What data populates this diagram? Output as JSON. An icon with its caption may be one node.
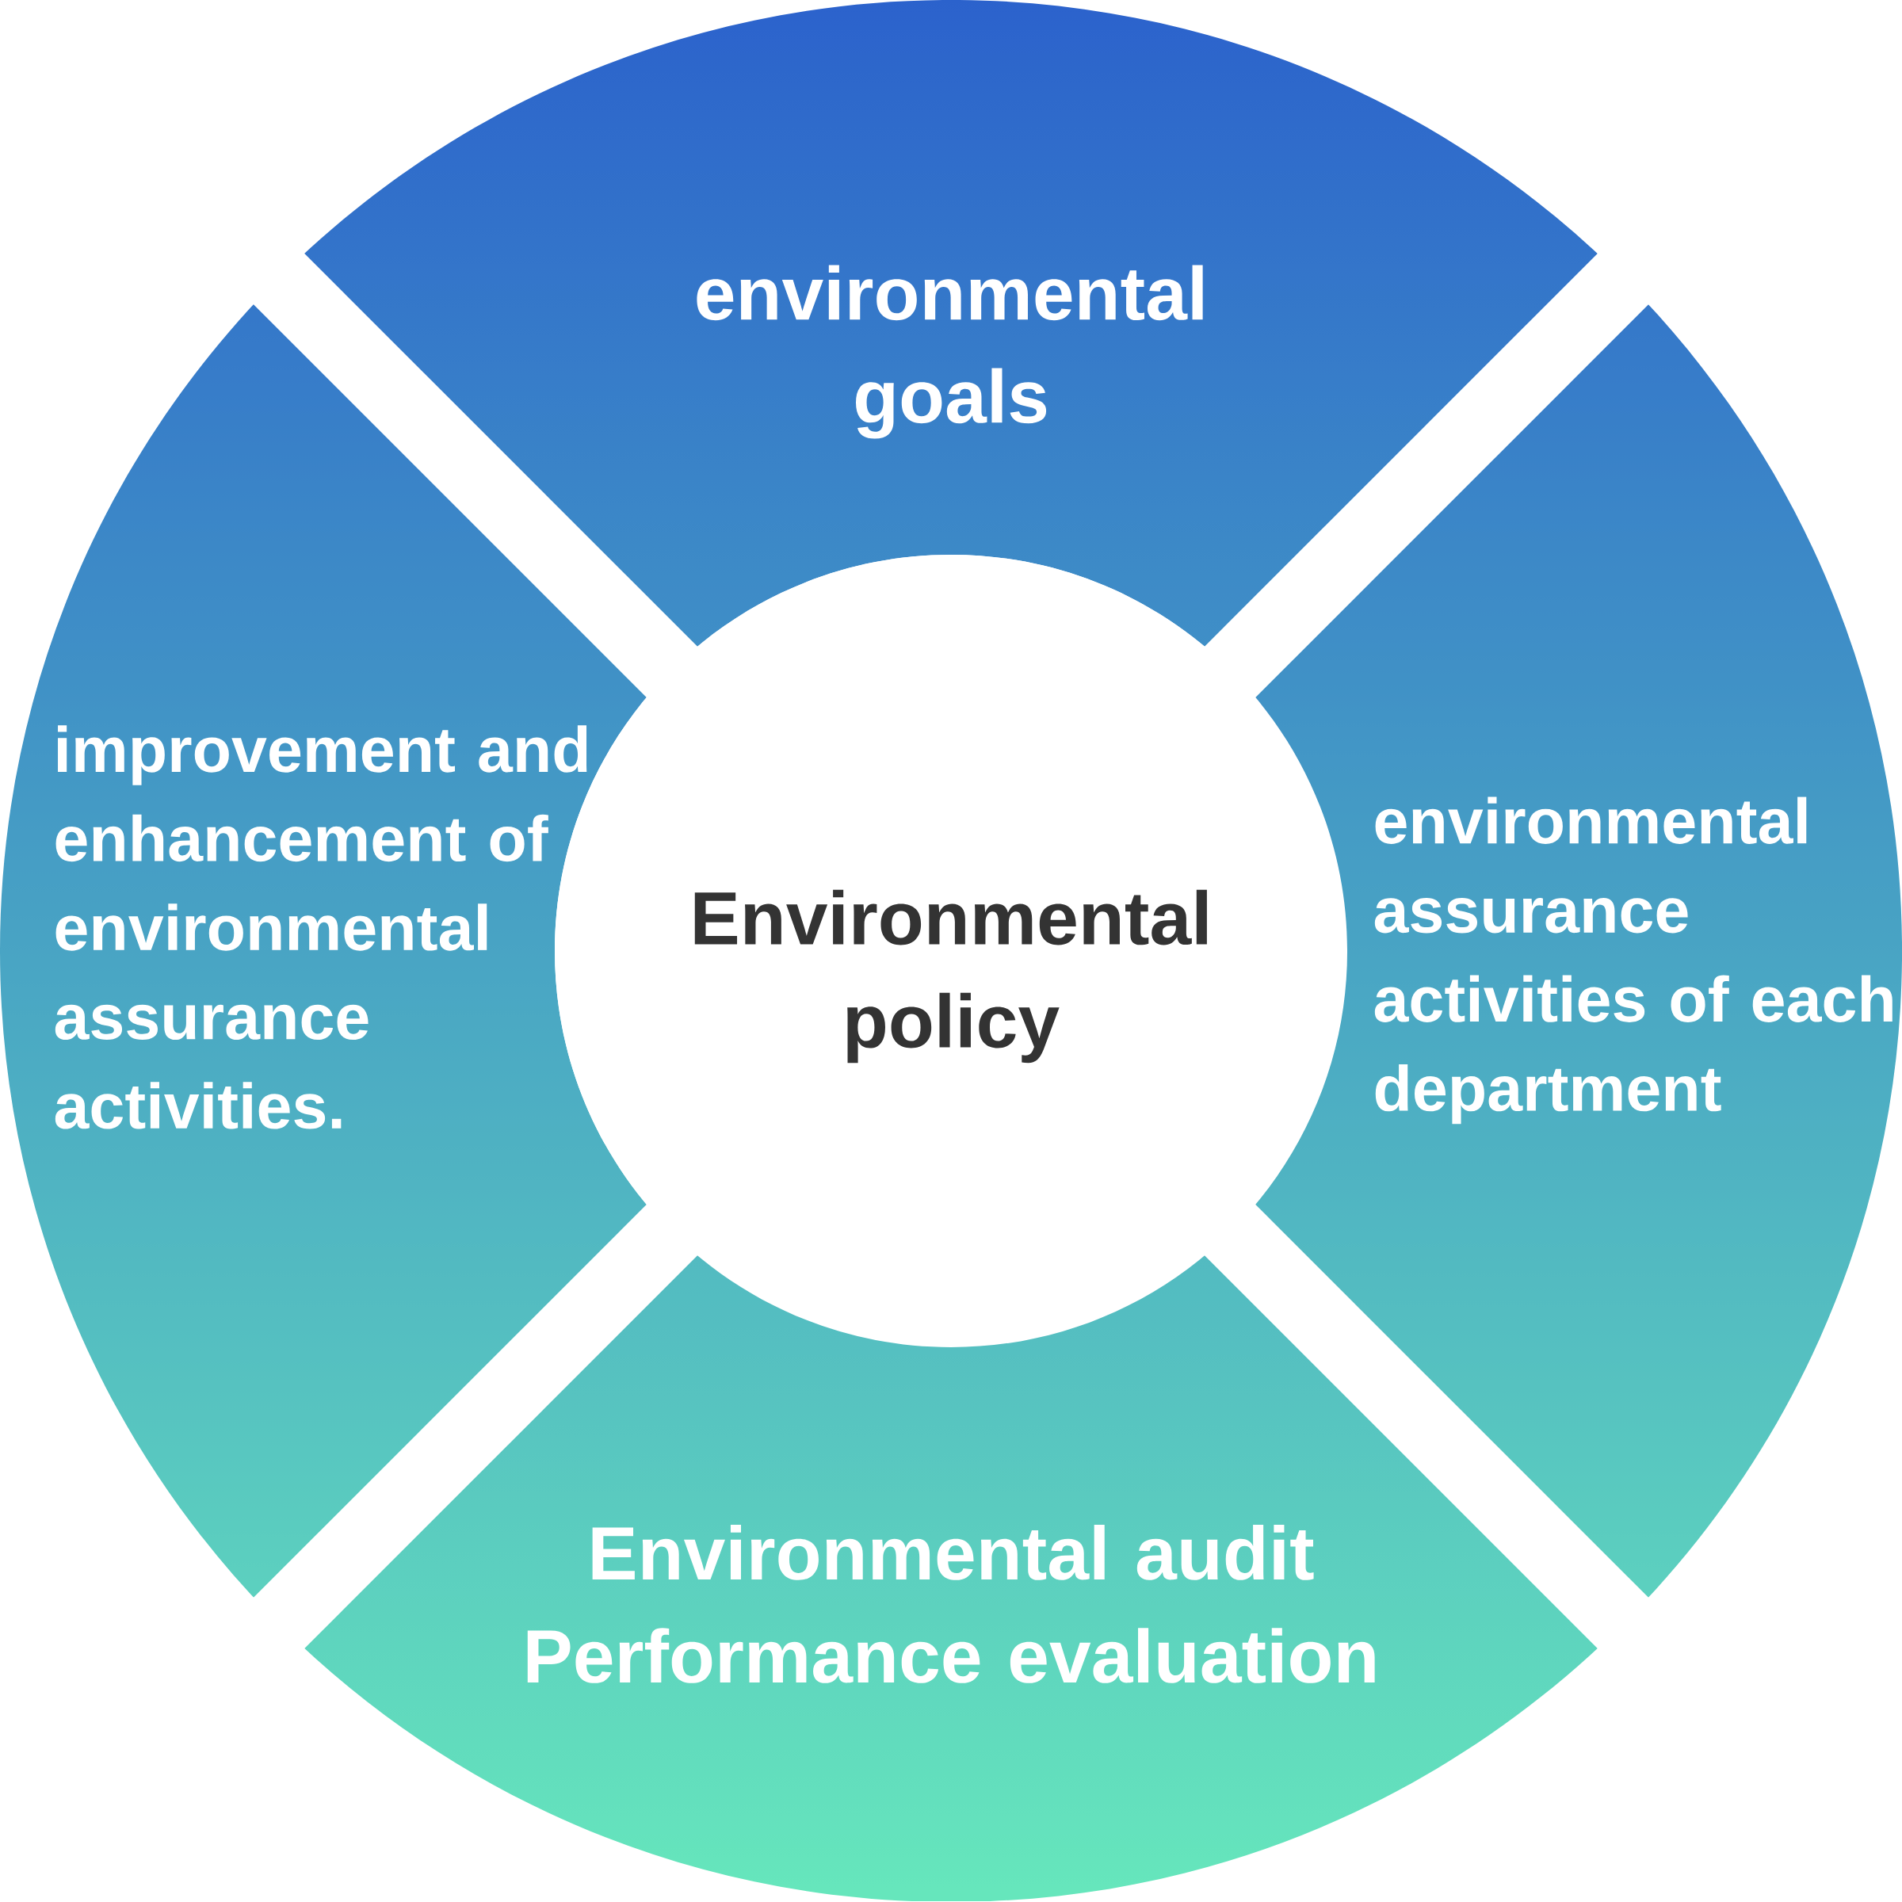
{
  "diagram": {
    "nodes": [
      {
        "text": [
          "environmental goals"
        ]
      },
      {
        "text": [
          "improvement and enhancement of environmental assurance activities."
        ]
      },
      {
        "text": [
          "Environmental policy"
        ]
      },
      {
        "text": [
          "environmental assurance activities of each department"
        ]
      },
      {
        "text": [
          "Environmental audit Performance evaluation"
        ]
      }
    ]
  }
}
